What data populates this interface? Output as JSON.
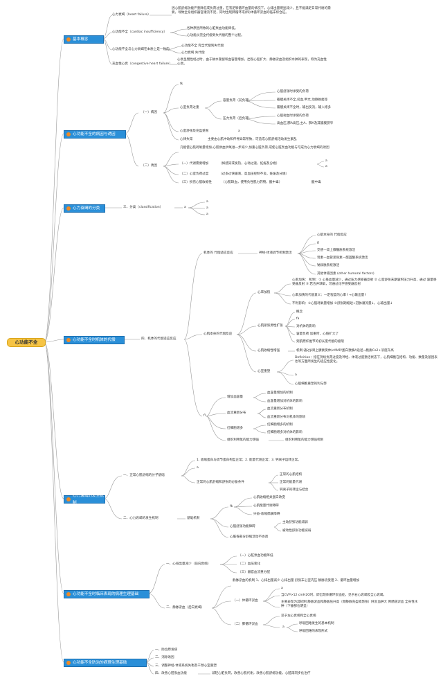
{
  "root": "心功能不全",
  "sections": {
    "s1": {
      "title": "基本概念",
      "concepts": [
        {
          "term": "心力衰竭（heart failure）",
          "desc": "因心肌舒缩功能严重降低或负荷过重，在有足够循环血量的情况下，心排出量明显减少，且不能满足日常代谢的需要，导致全身组织器官灌流不足，同时出现肺循环或(和)体循环淤血的临床综合征。"
        },
        {
          "term": "心功能不全（cardiac insufficiency）",
          "items": [
            "各种原因所致的心脏泵血功能降低。",
            "心功能从完全代偿到失代偿的整个过程。"
          ]
        },
        {
          "term": "心功能不全与心力衰竭在本质上是一致的",
          "items": [
            "心功能不全 完全代偿到失代偿",
            "心力衰竭 失代偿"
          ]
        },
        {
          "term": "充血性心衰（congestive heart failure）",
          "desc": "心衰呈慢性经过时，由于钠水潴留和血容量增加，出现心腔扩大、静脉淤血及组织水肿的表现，称为充血性心衰。"
        }
      ]
    },
    "s2": {
      "title": "心功能不全的病因与诱因",
      "etiology": "（一）病因",
      "fk": "fk",
      "overload": "心室负荷过重",
      "pressure": "压力负荷（后负荷）",
      "pressure_items": [
        "心肌射血时承受的负荷",
        "高血压,肺A高压,主A、肺A及其瓣膜狭窄"
      ],
      "volume": "容量负荷（前负荷）",
      "volume_items": [
        "心肌舒张时承受的负荷",
        "瓣膜关闭不全,贫血,甲亢,动静脉瘘等",
        "瓣膜关闭不全时，输出反流，输入增多"
      ],
      "damage": "心室舒张及充盈受限",
      "damage_sub": "a",
      "contract": "心律失常",
      "contract_desc": "主要由心肌冲动和传导异常所致，可造成心肌舒缩活动发生紊乱",
      "trigger_intro": "凡能使心肌耗氧量增加,心肌供血供氧进一步减少,加重心脏负荷,或使心脏泵血功能与可成为心力衰竭的诱因",
      "trigger": "（二）诱因",
      "t1": "（一）代谢需要增加",
      "t1_desc": "（如感染或发热，心动过速，妊娠及分娩）",
      "t1_subs": [
        "a",
        "a"
      ],
      "t2": "（二）心室负荷过度",
      "t2_desc": "（过多过快输液，高血压控制不良，妊娠及分娩）",
      "t3": "（三）损伤心肌收缩性",
      "t3_desc": "（心肌缺血，使用负性肌力药物，酸中毒）",
      "t3_tail": "酸中毒"
    },
    "s3": {
      "title": "心力衰竭的分类",
      "cls": "三、分类（classification）",
      "mid": "a",
      "items": [
        "a",
        "a",
        "a"
      ]
    },
    "s4": {
      "title": "心功能不全时机体的代偿",
      "main": "四、机体的代偿适应反应",
      "neuro": "机体的 代偿适应反应",
      "neuro_sys": "神经-体液调节机制激活",
      "neuro_items": [
        "心肌本身的 代偿反应",
        "fl",
        "交感—肾上腺髓质系统激活",
        "肾素—血管紧张素—醛固酮系统激活",
        "钠尿肽系统激活",
        "其他体液因素 (other humoral factors)"
      ],
      "heart": "心肌本身的代偿反应",
      "hr": "心率加快",
      "hr_items": [
        "心率加快： 机制：① 心排血量减少，通过压力感受器反射 ② 心室舒张末期容积压力升高，通过 容量感受器反射 ③ 若合并缺氧，可通过化学感受器反射",
        "心率加快的代偿意义：一定程度的心率↑→心输出量↑",
        "不利影响：①心肌耗氧量增加 ②舒张期缩短→冠脉灌流量↓，心输出量↓"
      ],
      "frank": "心肌紧张源性扩张",
      "frank_items": [
        "概念",
        "fa",
        "对机体的影响",
        "容量负荷 加重时，心脏扩大了",
        "到肌原纤维节的初长度代偿的极限"
      ],
      "contractility": "心肌收缩性增强",
      "contractility_desc": "机制:通过β肾上腺素受体/cAMP/蛋白激酶A途径→胞质Ca2+浓度升高",
      "remodel": "心室重塑",
      "remodel_items": [
        "Definition：指在持续负荷过度及神经、体液过度激活状态下，心肌细胞在结构、功能、数量及基因表达等方面所发生的适应性变化。",
        "a",
        "心肌细胞重塑的利与弊"
      ],
      "extra": "fl",
      "extra_items": [
        {
          "label": "增加血容量",
          "subs": [
            "血容量增加的机制",
            "血容量增加对机体的影响"
          ]
        },
        {
          "label": "血流重新分布",
          "subs": [
            "血流重新分布机制",
            "血流重新分布对机体的影响"
          ]
        },
        {
          "label": "红细胞增多",
          "subs": [
            "红细胞增多的机制",
            "红细胞增多对机体的影响"
          ]
        },
        {
          "label": "组织利用氧的能力增强",
          "subs": [
            "组织利用氧的能力增强机制"
          ]
        }
      ]
    },
    "s5": {
      "title": "心力衰竭的发生机制",
      "a": "一、正常心肌舒缩的分子基础",
      "a_items": [
        "1. 收缩蛋白与调节蛋白构型正常；2. 能量代谢正常；3. 钙离子运转正常。",
        "a"
      ],
      "a_cond": "正常的心肌舒缩和舒张的必备条件",
      "a_cond_items": [
        "正常的心肌结构",
        "正常的能量代谢",
        "钙离子的转运与结合"
      ],
      "b": "二、心力衰竭的发生机制",
      "b_mech": "基础机制",
      "fk": "fk",
      "fk_items": [
        "心肌收缩相关蛋白改变",
        "心肌能量代谢障碍",
        "兴奋-收缩偶联障碍"
      ],
      "diastole": "心肌舒张功能障碍",
      "diastole_items": [
        "主动舒张功能减弱",
        "被动性舒张功能减弱"
      ],
      "asym": "心脏各部分舒缩活动不协调"
    },
    "s6": {
      "title": "心功能不全时临床表现的病理生理基础",
      "a": "一、心排出量减少（前向衰竭）",
      "a_items": [
        "（一）心脏泵血功能降低",
        "（二）血压变化",
        "（三）器官血流重分配"
      ],
      "b": "二、静脉淤血（后向衰竭）",
      "b_intro": "静脉淤血的机制 1、心排出量减少 心排出量 舒张末心室内压 静脉流受阻 2、循环血量增加",
      "b1": "（一）体循环淤血",
      "b1_items": [
        "a",
        "当CVP>12 cmH2O时，即出现体循环淤血征。见于右心衰竭及全心衰竭。",
        "主要表现为其机制:静脉淤血和静脉压升高（颈静脉充盈或怒张）肝淤血肿大 胃肠道淤血 全身性水肿（下垂部位明显）"
      ],
      "b2": "（二）肺循环淤血",
      "b2_head": "见于左心衰竭和全心衰竭",
      "b2_mid": "a",
      "b2_items": [
        "呼吸困难发生的基本机制",
        "呼吸困难的表现形式"
      ]
    },
    "s7": {
      "title": "心功能不全防治的病理生理基础",
      "items": [
        "一、防治原发病",
        "二、消除诱因",
        "三、调整神经-体液系统失衡及干预心室重塑"
      ],
      "last": "四、改善心脏泵血功能",
      "last_desc": "减轻心脏负荷，改善心肌代谢，改善心肌舒缩功能，心脏再同步化治疗"
    }
  }
}
